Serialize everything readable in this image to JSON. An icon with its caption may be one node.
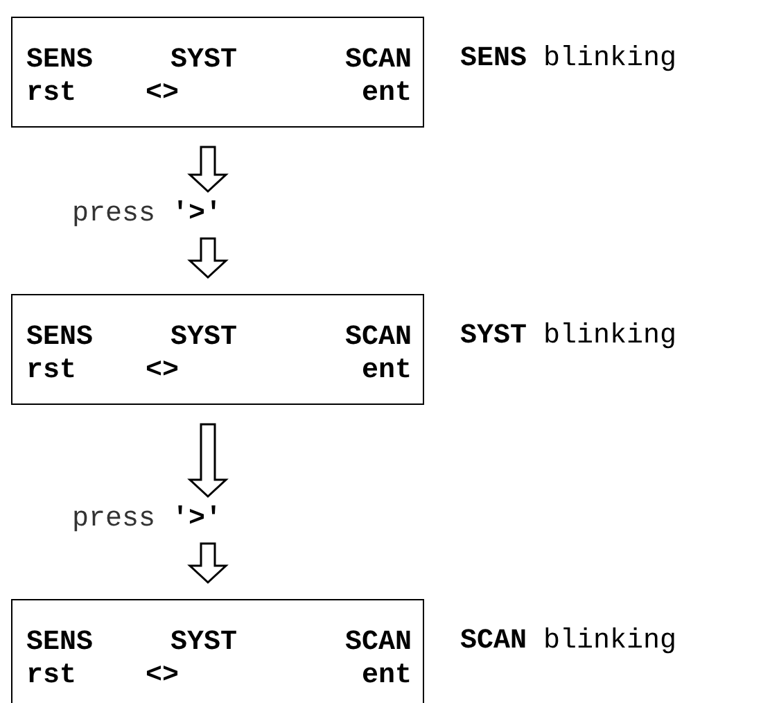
{
  "diagram": {
    "nodes": [
      {
        "text": [
          "SENS",
          "SYST",
          "SCAN",
          "rst",
          "<>",
          "ent"
        ],
        "beside": [
          "**SENS** blinking"
        ]
      },
      {
        "text": [
          "SENS",
          "SYST",
          "SCAN",
          "rst",
          "<>",
          "ent"
        ],
        "beside": [
          "**SYST** blinking"
        ]
      },
      {
        "text": [
          "SENS",
          "SYST",
          "SCAN",
          "rst",
          "<>",
          "ent"
        ],
        "beside": [
          "**SCAN** blinking"
        ]
      }
    ],
    "edges": [
      {
        "from": 0,
        "to": 1,
        "arrow": "to",
        "label": "press **'>'**"
      },
      {
        "from": 1,
        "to": 2,
        "arrow": "to",
        "label": "press **'>'**"
      }
    ]
  }
}
